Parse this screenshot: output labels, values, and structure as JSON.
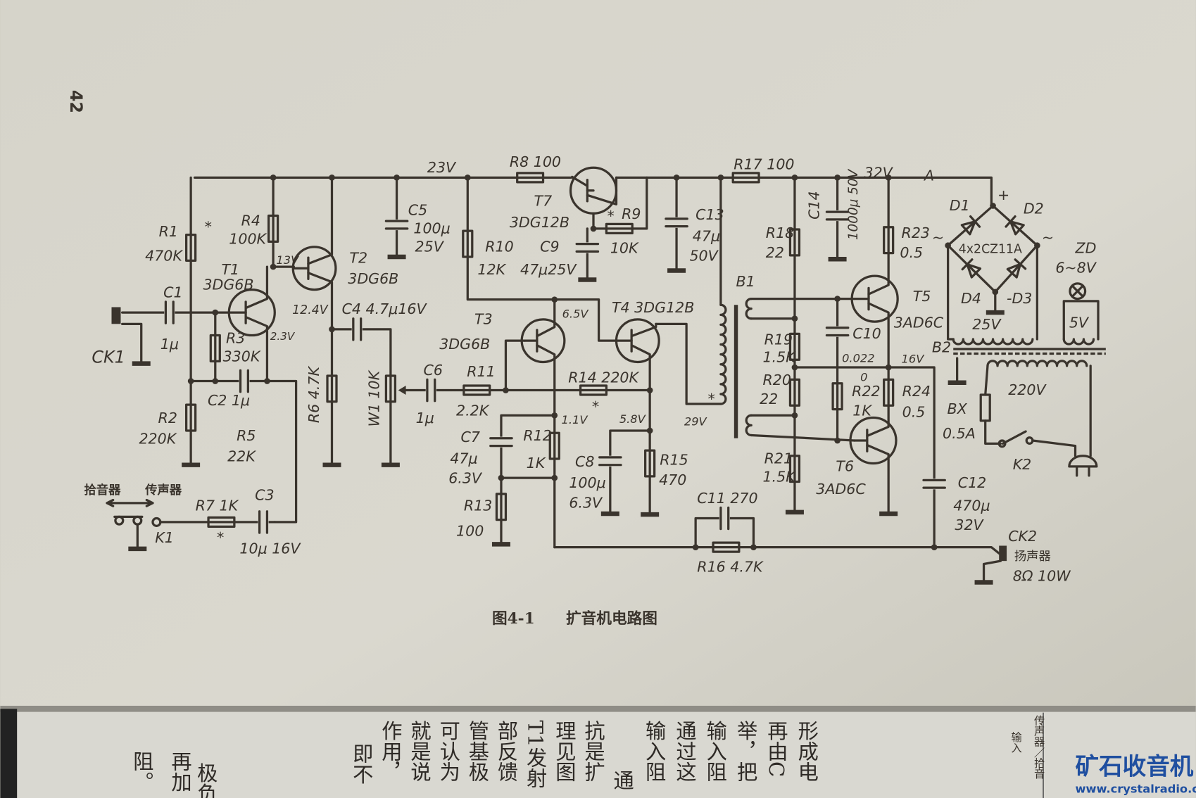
{
  "page_number": "42",
  "caption": {
    "figure": "图4-1",
    "title": "扩音机电路图"
  },
  "labels": {
    "v23": "23V",
    "r8": "R8 100",
    "t7": "T7",
    "t7m": "3DG12B",
    "r9": "R9",
    "r9v": "10K",
    "c9": "C9",
    "c9v": "47μ25V",
    "r10": "R10",
    "r10v": "12K",
    "c5": "C5",
    "c5v1": "100μ",
    "c5v2": "25V",
    "c13": "C13",
    "c13v1": "47μ",
    "c13v2": "50V",
    "r17": "R17 100",
    "v32": "32V",
    "a": "A",
    "r1": "R1",
    "r1v": "470K",
    "r4": "R4",
    "r4v": "100K",
    "v13": "13V",
    "t1": "T1",
    "t1m": "3DG6B",
    "t2": "T2",
    "t2m": "3DG6B",
    "v124": "12.4V",
    "c4": "C4 4.7μ16V",
    "c1": "C1",
    "c1v": "1μ",
    "ck1": "CK1",
    "r3": "R3",
    "r3v": "330K",
    "v23b": "2.3V",
    "c2": "C2 1μ",
    "r2": "R2",
    "r2v": "220K",
    "r5": "R5",
    "r5v": "22K",
    "r6": "R6 4.7K",
    "w1": "W1 10K",
    "c6": "C6",
    "c6v": "1μ",
    "r11": "R11",
    "r11v": "2.2K",
    "t3": "T3",
    "t3m": "3DG6B",
    "v65": "6.5V",
    "t4": "T4 3DG12B",
    "r14": "R14 220K",
    "v11": "1.1V",
    "v58": "5.8V",
    "v29": "29V",
    "c7": "C7",
    "c7v1": "47μ",
    "c7v2": "6.3V",
    "r12": "R12",
    "r12v": "1K",
    "r13": "R13",
    "r13v": "100",
    "c8": "C8",
    "c8v1": "100μ",
    "c8v2": "6.3V",
    "r15": "R15",
    "r15v": "470",
    "c11": "C11 270",
    "r16": "R16 4.7K",
    "k1_left": "拾音器",
    "k1_right": "传声器",
    "r7": "R7 1K",
    "c3": "C3",
    "c3v": "10μ 16V",
    "k1": "K1",
    "star": "*",
    "b1": "B1",
    "r18": "R18",
    "r18v": "22",
    "c14": "C14",
    "c14v": "1000μ 50V",
    "r23": "R23",
    "r23v": "0.5",
    "t5": "T5",
    "t5m": "3AD6C",
    "r19": "R19",
    "r19v": "1.5K",
    "c10": "C10",
    "c10v": "0.022",
    "v16": "16V",
    "zero": "0",
    "r20": "R20",
    "r20v": "22",
    "r22": "R22",
    "r22v": "1K",
    "r24": "R24",
    "r24v": "0.5",
    "r21": "R21",
    "r21v": "1.5K",
    "t6": "T6",
    "t6m": "3AD6C",
    "c12": "C12",
    "c12v1": "470μ",
    "c12v2": "32V",
    "ck2": "CK2",
    "spk": "扬声器",
    "spkv": "8Ω 10W",
    "d1": "D1",
    "d2": "D2",
    "d3": "-D3",
    "d4": "D4",
    "plus": "+",
    "ac1": "~",
    "ac2": "~",
    "bridge": "4x2CZ11A",
    "v25": "25V",
    "zd": "ZD",
    "zdv": "6~8V",
    "v5": "5V",
    "b2": "B2",
    "v220": "220V",
    "bx": "BX",
    "bxv": "0.5A",
    "k2": "K2"
  },
  "lower_page_text": [
    "形成电",
    "再由C",
    "举，把",
    "输入阻",
    "通过这",
    "输入阻",
    "通",
    "抗是扩",
    "理见图",
    "T1发射",
    "部反馈",
    "管基极",
    "可认为",
    "就是说",
    "作用，",
    "即不",
    "再加",
    "极负",
    "阻。"
  ],
  "side_note": {
    "line1": "传声器／拾音",
    "line2": "输入"
  },
  "watermark": {
    "name": "矿石收音机",
    "url": "www.crystalradio.cn"
  }
}
